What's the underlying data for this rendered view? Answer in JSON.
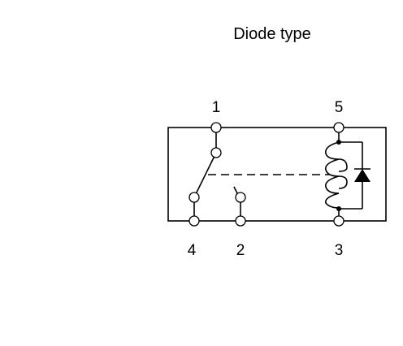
{
  "title": "Diode type",
  "pins": {
    "p1": "1",
    "p2": "2",
    "p3": "3",
    "p4": "4",
    "p5": "5"
  },
  "colors": {
    "line": "#000000",
    "background": "#ffffff"
  }
}
